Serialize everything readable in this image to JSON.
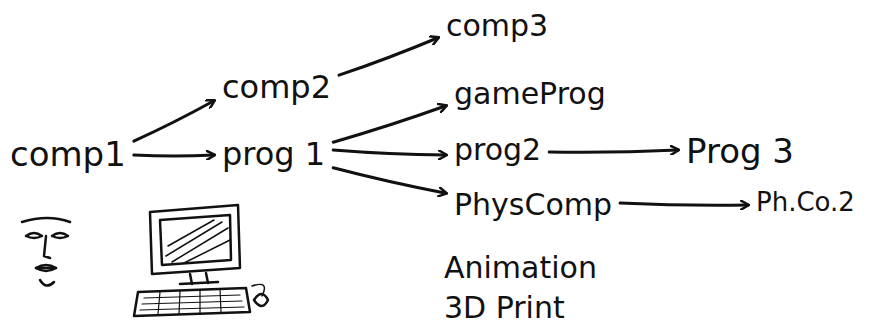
{
  "diagram": {
    "nodes": [
      {
        "text": [
          "comp1"
        ]
      },
      {
        "text": [
          "comp2"
        ]
      },
      {
        "text": [
          "prog 1"
        ]
      },
      {
        "text": [
          "comp3"
        ]
      },
      {
        "text": [
          "gameProg"
        ]
      },
      {
        "text": [
          "prog2"
        ]
      },
      {
        "text": [
          "Prog 3"
        ]
      },
      {
        "text": [
          "PhysComp"
        ]
      },
      {
        "text": [
          "Ph.Co.2"
        ]
      },
      {
        "text": [
          "Animation"
        ]
      },
      {
        "text": [
          "3D Print"
        ]
      }
    ],
    "edges": [
      {
        "from": 0,
        "to": 1,
        "arrow": "to"
      },
      {
        "from": 0,
        "to": 2,
        "arrow": "to"
      },
      {
        "from": 1,
        "to": 3,
        "arrow": "to"
      },
      {
        "from": 2,
        "to": 4,
        "arrow": "to"
      },
      {
        "from": 2,
        "to": 5,
        "arrow": "to"
      },
      {
        "from": 2,
        "to": 7,
        "arrow": "to"
      },
      {
        "from": 5,
        "to": 6,
        "arrow": "to"
      },
      {
        "from": 7,
        "to": 8,
        "arrow": "to"
      }
    ]
  }
}
